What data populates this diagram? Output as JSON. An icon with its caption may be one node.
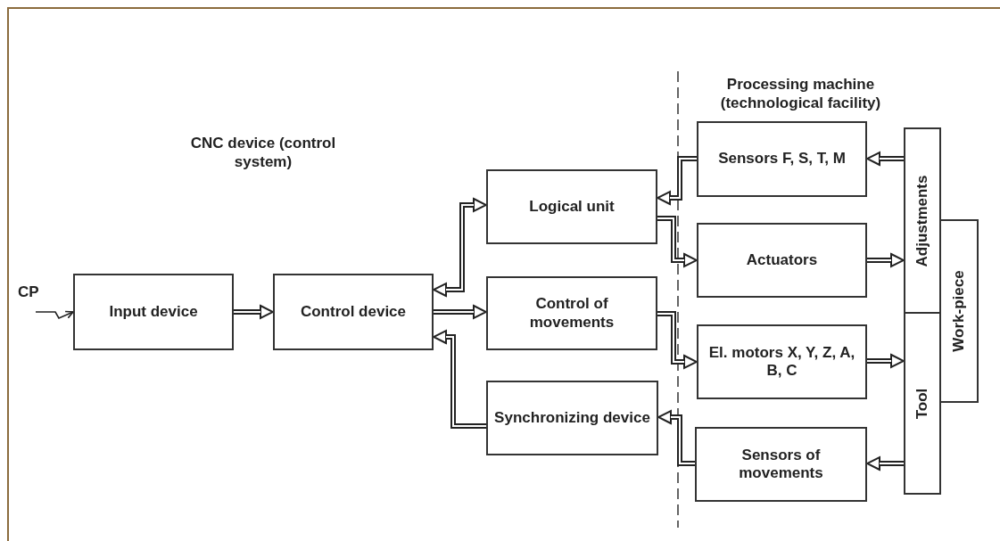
{
  "diagram": {
    "nodes": [
      {
        "text": [
          "CP"
        ]
      },
      {
        "text": [
          "Input device"
        ]
      },
      {
        "text": [
          "Control device"
        ]
      },
      {
        "text": [
          "Logical unit"
        ]
      },
      {
        "text": [
          "Control of movements"
        ]
      },
      {
        "text": [
          "Synchronizing device"
        ]
      },
      {
        "text": [
          "Sensors F, S, T, M"
        ]
      },
      {
        "text": [
          "Actuators"
        ]
      },
      {
        "text": [
          "El. motors X, Y, Z, A, B, C"
        ]
      },
      {
        "text": [
          "Sensors of movements"
        ]
      },
      {
        "text": [
          "Adjustments"
        ]
      },
      {
        "text": [
          "Tool"
        ]
      },
      {
        "text": [
          "Work-piece"
        ]
      }
    ],
    "edges": [
      {
        "from": 0,
        "to": 1,
        "arrow": "to"
      },
      {
        "from": 1,
        "to": 2,
        "arrow": "to"
      },
      {
        "from": 2,
        "to": 3,
        "arrow": "both"
      },
      {
        "from": 2,
        "to": 4,
        "arrow": "to"
      },
      {
        "from": 5,
        "to": 2,
        "arrow": "to"
      },
      {
        "from": 6,
        "to": 3,
        "arrow": "to"
      },
      {
        "from": 3,
        "to": 7,
        "arrow": "to"
      },
      {
        "from": 4,
        "to": 8,
        "arrow": "to"
      },
      {
        "from": 9,
        "to": 5,
        "arrow": "to"
      },
      {
        "from": 10,
        "to": 6,
        "arrow": "to"
      },
      {
        "from": 7,
        "to": 10,
        "arrow": "to"
      },
      {
        "from": 8,
        "to": 11,
        "arrow": "to"
      },
      {
        "from": 11,
        "to": 9,
        "arrow": "to"
      }
    ],
    "labels": [
      "Processing machine (technological facility)",
      "CNC device (control system)"
    ]
  }
}
